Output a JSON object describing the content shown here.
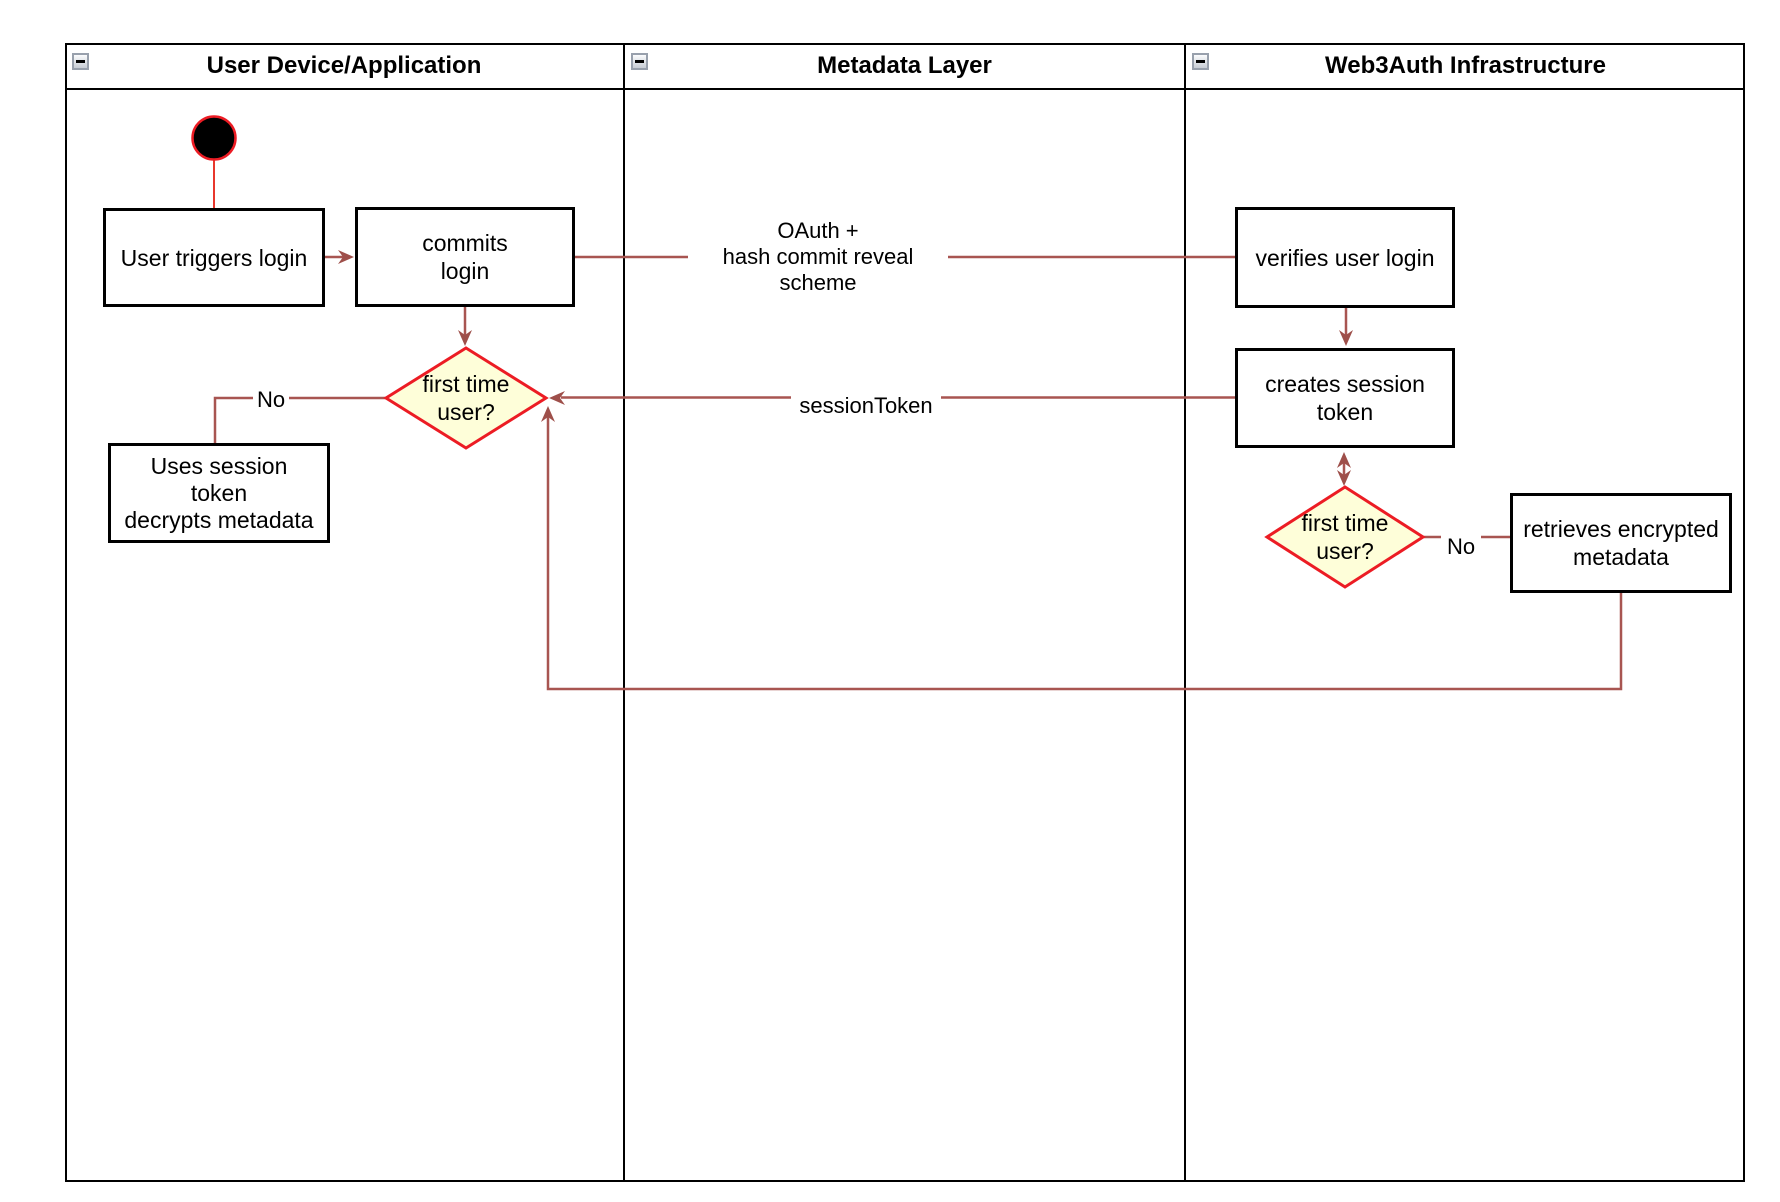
{
  "colors": {
    "connector": "#A85551",
    "arrowhead": "#9E4F4A",
    "diamond_fill": "#FEFED9",
    "diamond_border": "#EC1C24",
    "start_fill": "#000000",
    "start_ring": "#EC1C24",
    "start_connector": "#E8372C",
    "lane_border": "#000000",
    "box_border": "#000000"
  },
  "lanes": [
    {
      "title": "User Device/Application"
    },
    {
      "title": "Metadata Layer"
    },
    {
      "title": "Web3Auth Infrastructure"
    }
  ],
  "nodes": {
    "user_triggers_login": "User triggers login",
    "commits_login": "commits\nlogin",
    "verifies_user_login": "verifies user login",
    "creates_session_token": "creates session\ntoken",
    "first_time_user_device": "first time\nuser?",
    "uses_session_token": "Uses session\ntoken\ndecrypts metadata",
    "first_time_user_infra": "first time\nuser?",
    "retrieves_encrypted_metadata": "retrieves encrypted\nmetadata"
  },
  "edge_labels": {
    "oauth": "OAuth +\nhash commit reveal scheme",
    "session_token": "sessionToken",
    "no_device": "No",
    "no_infra": "No"
  }
}
